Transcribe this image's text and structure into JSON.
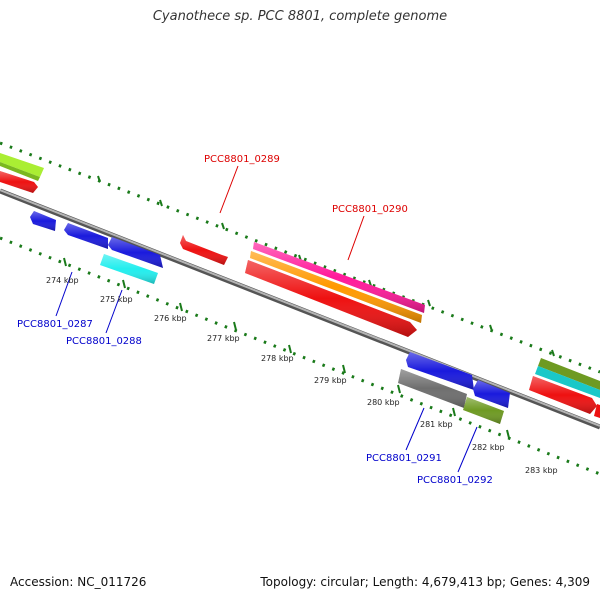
{
  "title": "Cyanothece sp. PCC 8801, complete genome",
  "footer": {
    "accession": "Accession: NC_011726",
    "summary": "Topology: circular; Length: 4,679,413 bp; Genes: 4,309"
  },
  "colors": {
    "backbone": "#8c8c8c",
    "ticks": "#1a7a1a",
    "label_red": "#dd0000",
    "label_blue": "#0000cc"
  },
  "ruler_labels": [
    "274 kbp",
    "275 kbp",
    "276 kbp",
    "277 kbp",
    "278 kbp",
    "279 kbp",
    "280 kbp",
    "281 kbp",
    "282 kbp",
    "283 kbp"
  ],
  "gene_labels": {
    "g0289": "PCC8801_0289",
    "g0290": "PCC8801_0290",
    "g0287": "PCC8801_0287",
    "g0288": "PCC8801_0288",
    "g0291": "PCC8801_0291",
    "g0292": "PCC8801_0292"
  }
}
